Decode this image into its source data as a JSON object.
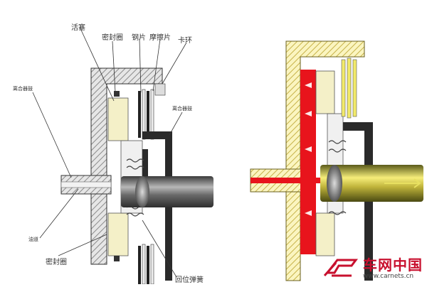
{
  "left_labels": {
    "piston": "活塞",
    "seal_ring_top": "密封圈",
    "steel_plate": "钢片",
    "friction_plate": "摩擦片",
    "snap_ring": "卡环",
    "clutch_drum_left": "离合器鼓",
    "clutch_drum_right": "离合器鼓",
    "oil_passage": "油道",
    "seal_ring_bottom": "密封圈",
    "return_spring": "回位弹簧"
  },
  "watermark": {
    "text_cn": "车网中国",
    "url": "www.carnets.cn"
  },
  "colors": {
    "hatch": "#8a8a8a",
    "dark": "#2a2a2a",
    "cream": "#f4f0c8",
    "red": "#e8141c",
    "yellow": "#f2ea6a",
    "shaft": "#6a6a6a",
    "brand_red": "#c8102e"
  }
}
